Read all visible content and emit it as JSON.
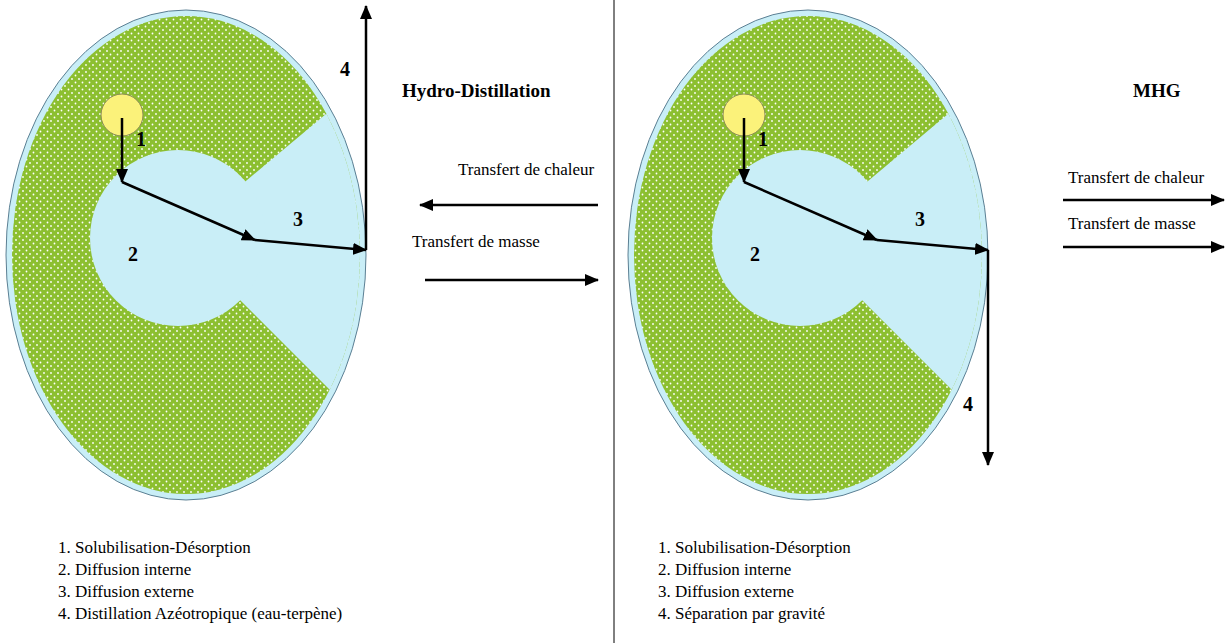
{
  "diagram": {
    "labels": [
      "1",
      "2",
      "3",
      "4",
      "Hydro-Distillation",
      "Transfert de chaleur",
      "Transfert de masse",
      "1. Solubilisation-Désorption",
      "2. Diffusion interne",
      "3. Diffusion externe",
      "4. Distillation Azéotropique (eau-terpène)",
      "1",
      "2",
      "3",
      "4",
      "MHG",
      "Transfert de chaleur",
      "Transfert de masse",
      "1. Solubilisation-Désorption",
      "2. Diffusion interne",
      "3. Diffusion externe",
      "4. Séparation par gravité"
    ]
  }
}
